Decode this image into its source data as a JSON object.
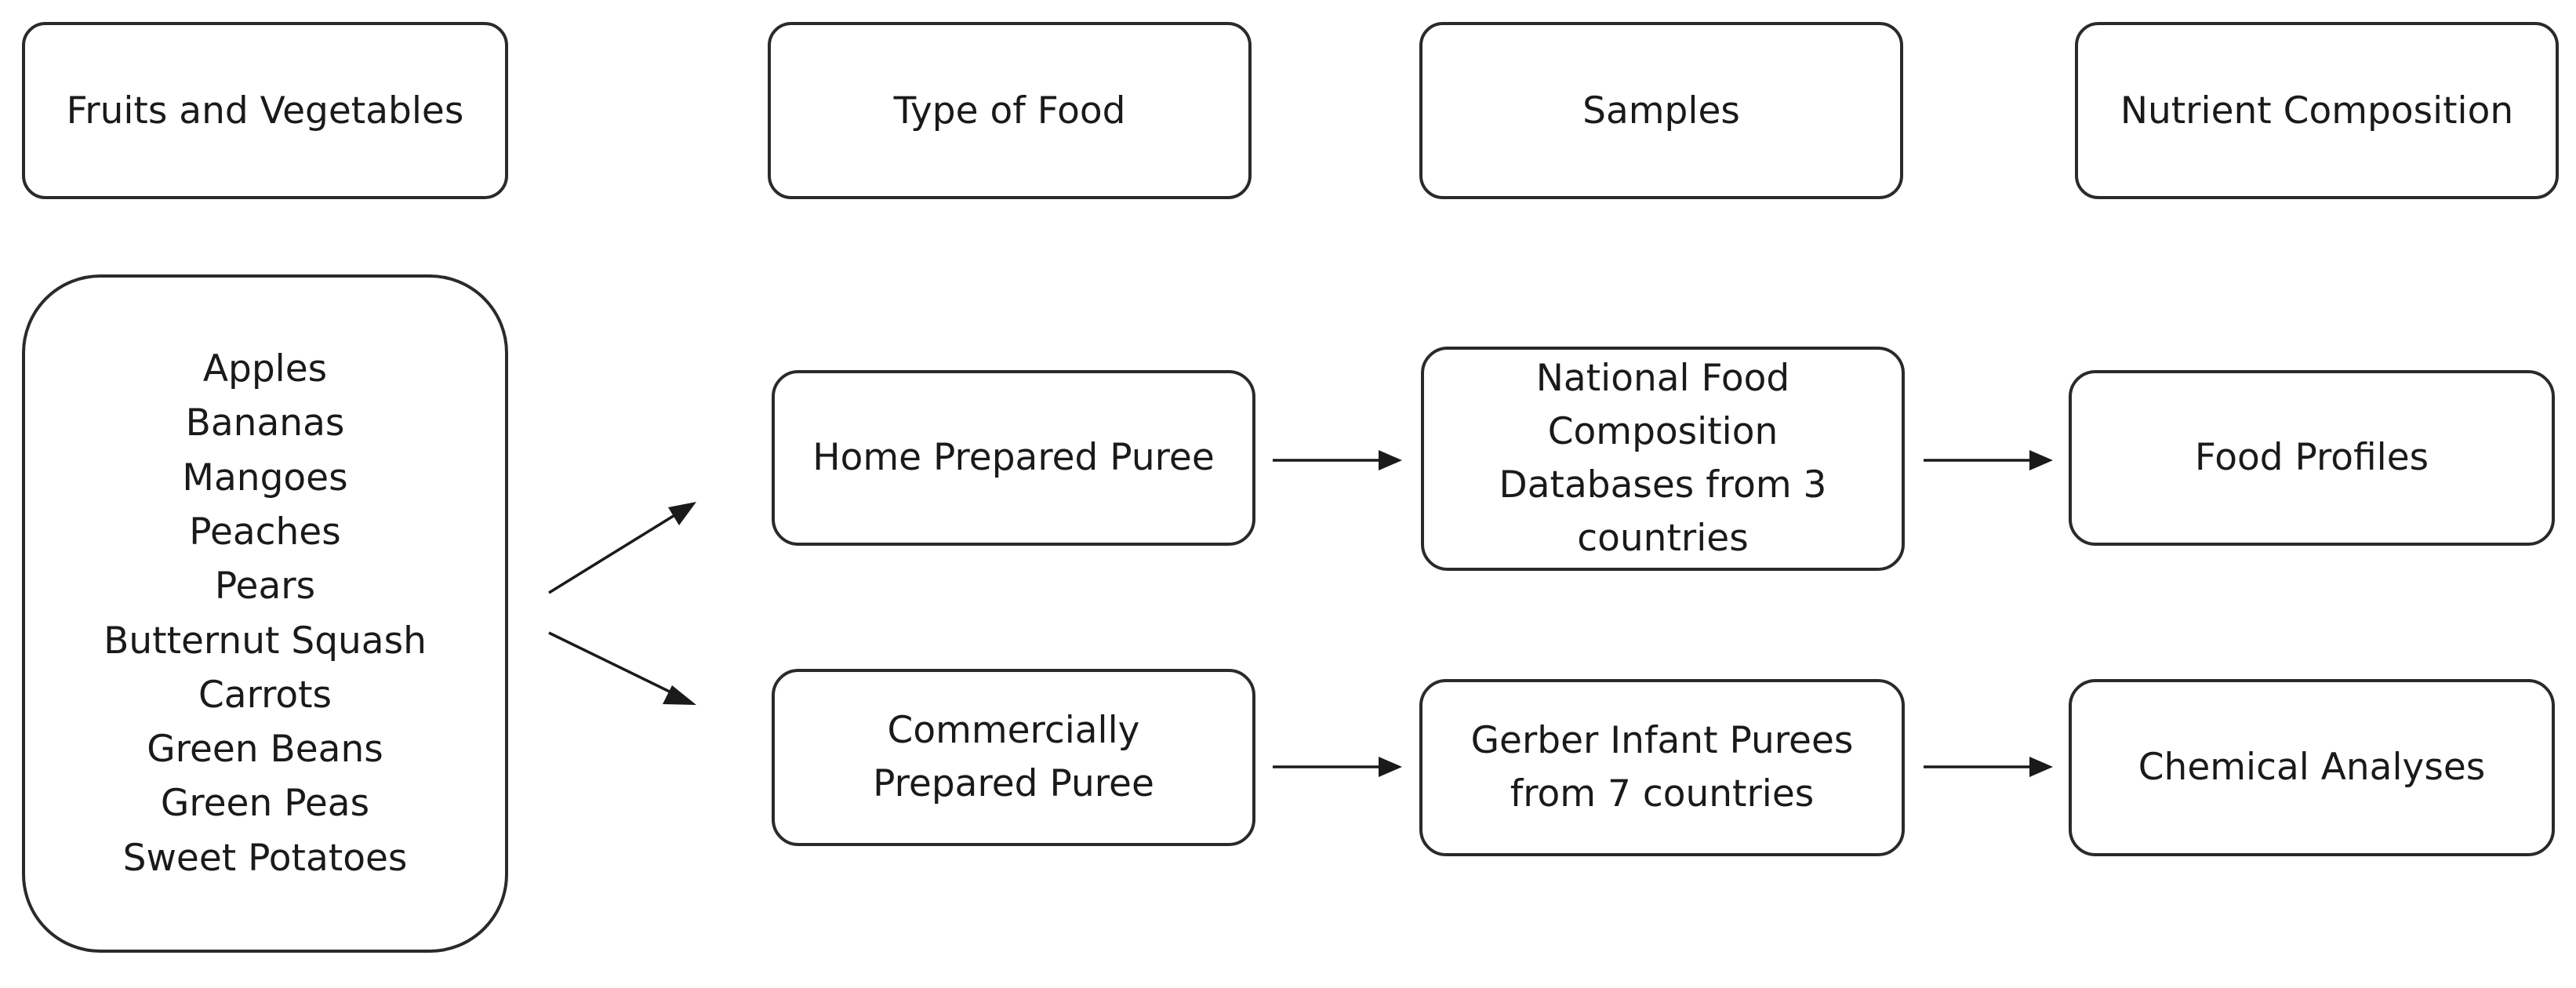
{
  "headers": {
    "col1": "Fruits and Vegetables",
    "col2": "Type of Food",
    "col3": "Samples",
    "col4": "Nutrient Composition"
  },
  "foods": {
    "items": [
      "Apples",
      "Bananas",
      "Mangoes",
      "Peaches",
      "Pears",
      "Butternut Squash",
      "Carrots",
      "Green Beans",
      "Green Peas",
      "Sweet Potatoes"
    ]
  },
  "row_home": {
    "type": "Home Prepared Puree",
    "samples": "National Food\nComposition\nDatabases from 3\ncountries",
    "composition": "Food Profiles"
  },
  "row_commercial": {
    "type": "Commercially\nPrepared Puree",
    "samples": "Gerber Infant Purees\nfrom 7 countries",
    "composition": "Chemical Analyses"
  }
}
